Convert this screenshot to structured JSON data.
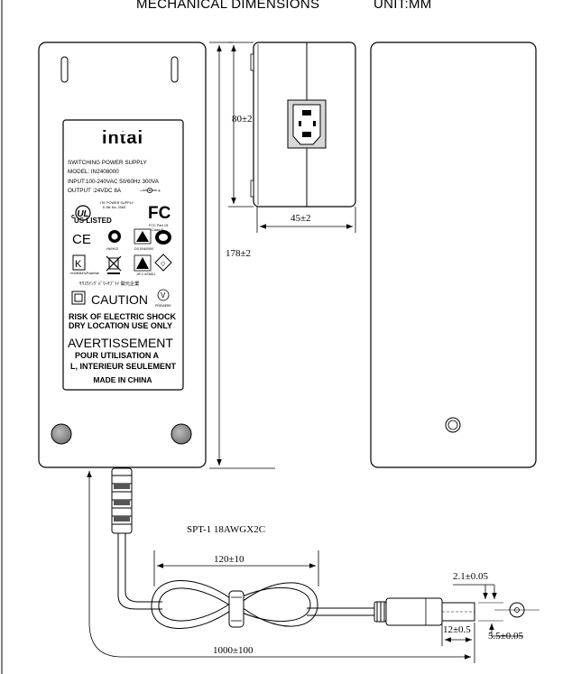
{
  "header": {
    "title": "MECHANICAL DIMENSIONS",
    "unit": "UNIT:MM"
  },
  "dimensions": {
    "side_height": "80±2",
    "side_width": "45±2",
    "body_length": "178±2",
    "strain_relief": "120±10",
    "cable_length": "1000±100",
    "plug_length": "12±0.5",
    "plug_id": "2.1±0.05",
    "plug_od": "5.5±0.05"
  },
  "cable": {
    "spec": "SPT-1 18AWGX2C"
  },
  "label": {
    "brand": "intai",
    "line1": "SWITCHING POWER SUPPLY",
    "line2": "MODEL: IN2408000",
    "line3": "INPUT:100-240VAC 50/60Hz 300VA",
    "line4": "OUTPUT :24VDC 8A",
    "ul_text": "US LISTED",
    "ul_small1": "ITE POWER SUPPLY",
    "ul_small2": "E-file No. 2083",
    "fc_small1": "FCC Part 15",
    "fc_small2": "Class B",
    "ce": "CE",
    "kr_small": "HU0808/HuPowerlab",
    "ds_small": "DS EN60950",
    "jp_small": "JIS C 62368-1",
    "jp_line": "ｻｳｽｳｲﾝｸﾞﾊﾟﾜｰｻﾌﾟﾗｲ 開元企業",
    "caution": "CAUTION",
    "risk1": "RISK OF ELECTRIC SHOCK",
    "risk2": "DRY LOCATION USE ONLY",
    "avert": "AVERTISSEMENT",
    "pour1": "POUR UTILISATION A",
    "pour2": "L, INTERIEUR SEULEMENT",
    "made": "MADE IN CHINA",
    "v_small": "PREMIERE"
  }
}
